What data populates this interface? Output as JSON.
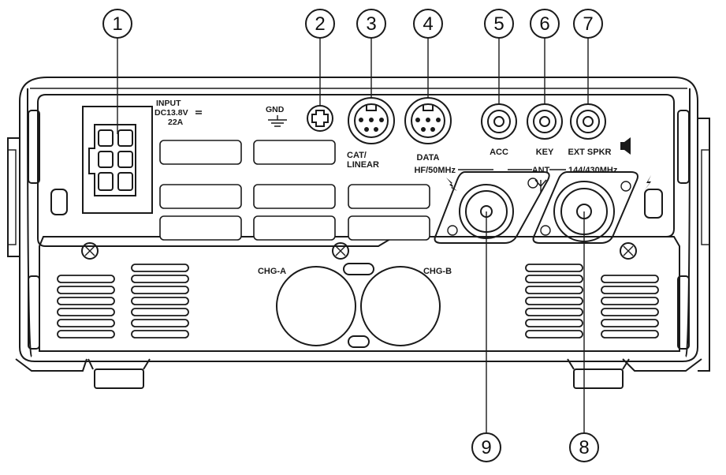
{
  "callouts": [
    "1",
    "2",
    "3",
    "4",
    "5",
    "6",
    "7",
    "8",
    "9"
  ],
  "labels": {
    "input_line1": "INPUT",
    "input_line2": "DC13.8V",
    "input_line3": "22A",
    "gnd": "GND",
    "cat_line1": "CAT/",
    "cat_line2": "LINEAR",
    "data": "DATA",
    "acc": "ACC",
    "key": "KEY",
    "ext_spkr": "EXT SPKR",
    "hf": "HF/50MHz",
    "ant": "ANT",
    "vhf": "144/430MHz",
    "chg_a": "CHG-A",
    "chg_b": "CHG-B"
  }
}
